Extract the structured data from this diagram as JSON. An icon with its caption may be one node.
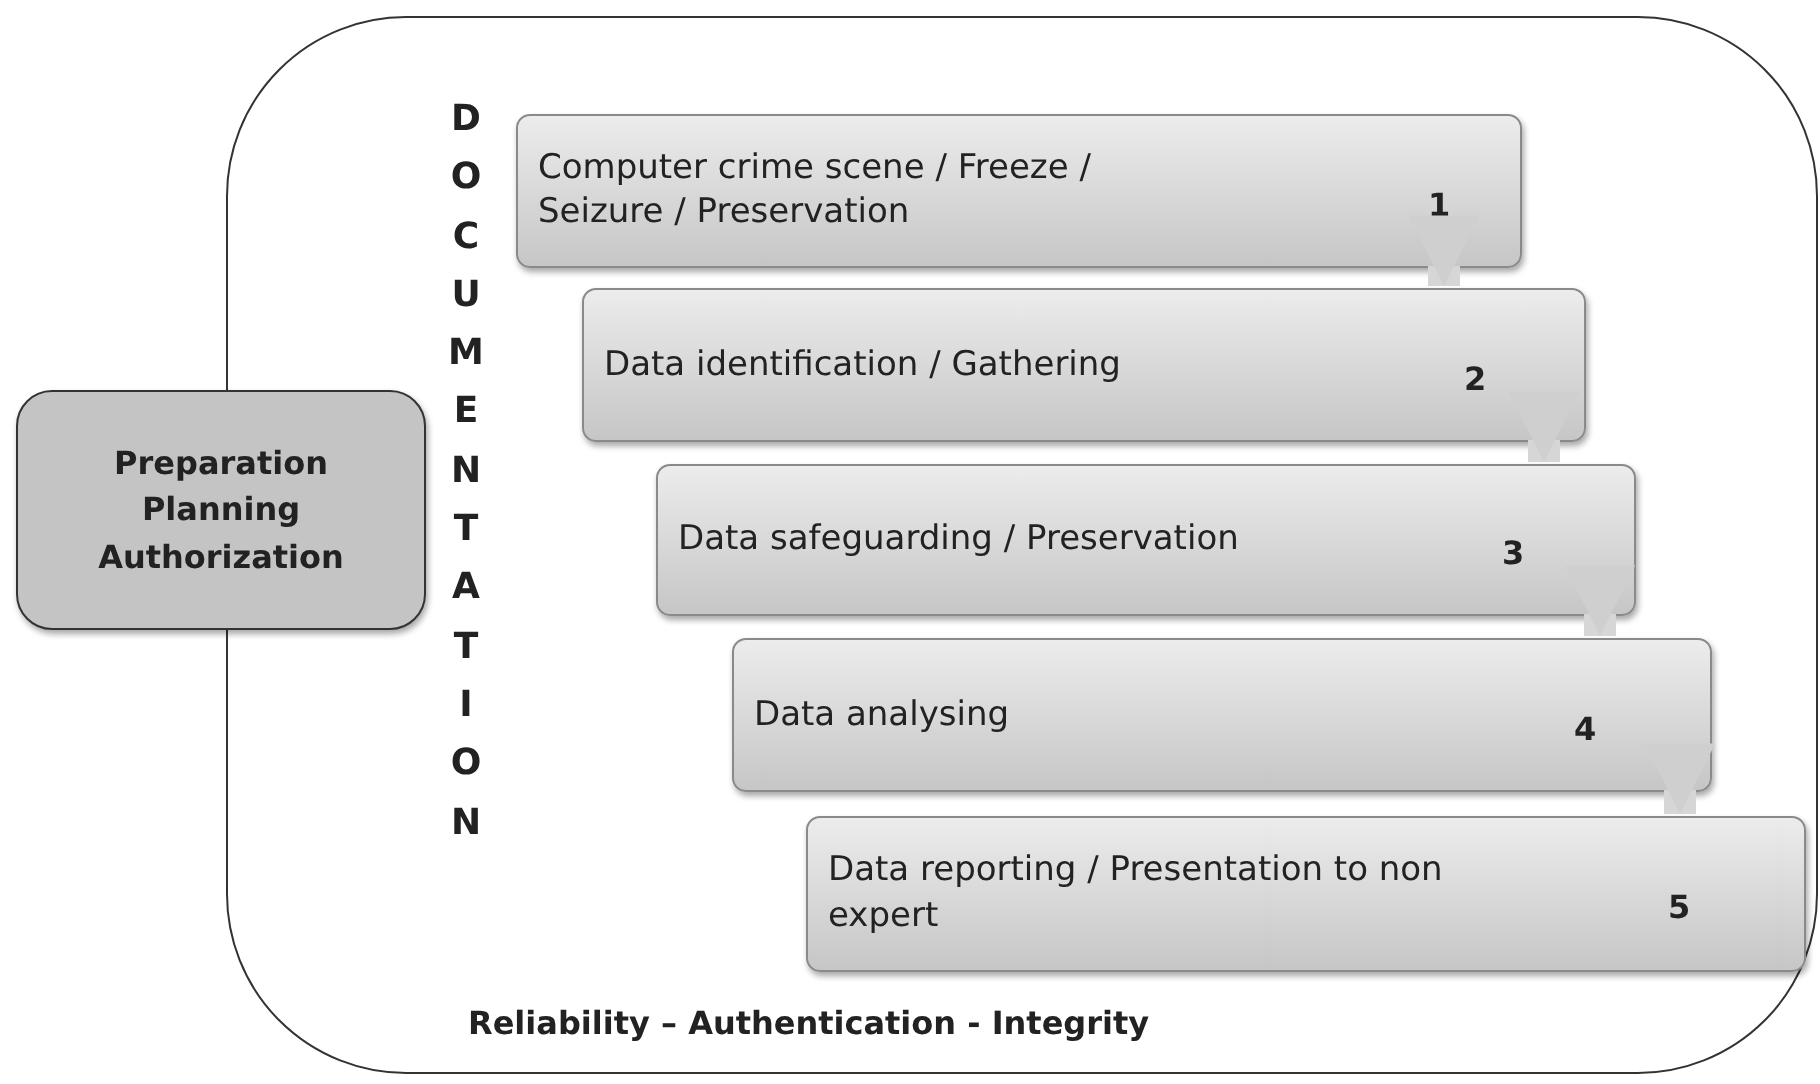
{
  "diagram": {
    "nodes": [
      {
        "text": [
          "DOCUMENTATION",
          "Reliability – Authentication - Integrity"
        ]
      },
      {
        "text": [
          "Preparation Planning Authorization"
        ]
      },
      {
        "text": [
          "Computer crime scene / Freeze / Seizure / Preservation",
          "1"
        ],
        "in": 0
      },
      {
        "text": [
          "Data identification / Gathering",
          "2"
        ],
        "in": 0
      },
      {
        "text": [
          "Data safeguarding / Preservation",
          "3"
        ],
        "in": 0
      },
      {
        "text": [
          "Data analysing",
          "4"
        ],
        "in": 0
      },
      {
        "text": [
          "Data reporting / Presentation to non expert",
          "5"
        ],
        "in": 0
      }
    ],
    "edges": [
      {
        "from": 2,
        "to": 3,
        "arrow": "to"
      },
      {
        "from": 3,
        "to": 4,
        "arrow": "to"
      },
      {
        "from": 4,
        "to": 5,
        "arrow": "to"
      },
      {
        "from": 5,
        "to": 6,
        "arrow": "to"
      }
    ]
  }
}
